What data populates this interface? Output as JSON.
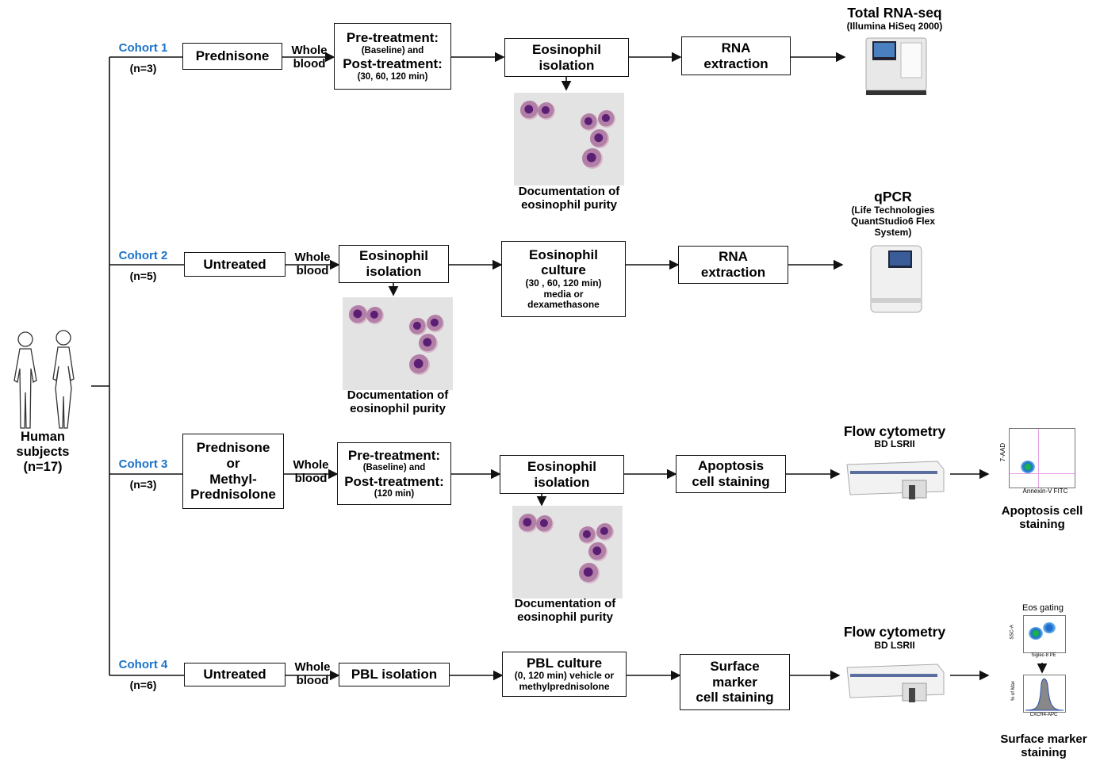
{
  "subjects": {
    "line1": "Human",
    "line2": "subjects",
    "line3": "(n=17)"
  },
  "icons": {
    "subjects": "human-figures-icon",
    "micrograph": "eosinophil-micrograph",
    "rnaseq": "sequencer-icon",
    "qpcr": "qpcr-instrument-icon",
    "flow": "flow-cytometer-icon"
  },
  "cohort_color": "#1a73c9",
  "cohort1": {
    "label": "Cohort 1",
    "n": "(n=3)",
    "drug": "Prednisone",
    "wb1": "Whole",
    "wb2": "blood",
    "pre": "Pre-treatment:",
    "pre_sub": "(Baseline) and",
    "post": "Post-treatment:",
    "post_sub": "(30, 60, 120 min)",
    "iso1": "Eosinophil",
    "iso2": "isolation",
    "rna1": "RNA",
    "rna2": "extraction",
    "doc1": "Documentation of",
    "doc2": "eosinophil purity",
    "out_title": "Total RNA-seq",
    "out_sub": "(Illumina HiSeq 2000)"
  },
  "cohort2": {
    "label": "Cohort 2",
    "n": "(n=5)",
    "drug": "Untreated",
    "wb1": "Whole",
    "wb2": "blood",
    "iso1": "Eosinophil",
    "iso2": "isolation",
    "cul1": "Eosinophil",
    "cul2": "culture",
    "cul3": "(30 , 60, 120 min)",
    "cul4": "media or",
    "cul5": "dexamethasone",
    "rna1": "RNA",
    "rna2": "extraction",
    "doc1": "Documentation of",
    "doc2": "eosinophil purity",
    "out_title": "qPCR",
    "out_sub1": "(Life Technologies",
    "out_sub2": "QuantStudio6 Flex",
    "out_sub3": "System)"
  },
  "cohort3": {
    "label": "Cohort 3",
    "n": "(n=3)",
    "drug1": "Prednisone",
    "drug2": "or",
    "drug3": "Methyl-",
    "drug4": "Prednisolone",
    "wb1": "Whole",
    "wb2": "blood",
    "pre": "Pre-treatment:",
    "pre_sub": "(Baseline) and",
    "post": "Post-treatment:",
    "post_sub": "(120 min)",
    "iso1": "Eosinophil",
    "iso2": "isolation",
    "stain1": "Apoptosis",
    "stain2": "cell staining",
    "doc1": "Documentation of",
    "doc2": "eosinophil purity",
    "out_title": "Flow cytometry",
    "out_sub": "BD LSRII",
    "plot_y": "7-AAD",
    "plot_x": "Annexin-V FITC",
    "res1": "Apoptosis cell",
    "res2": "staining"
  },
  "cohort4": {
    "label": "Cohort 4",
    "n": "(n=6)",
    "drug": "Untreated",
    "wb1": "Whole",
    "wb2": "blood",
    "iso": "PBL isolation",
    "cul1": "PBL culture",
    "cul2": "(0, 120 min) vehicle or",
    "cul3": "methylprednisolone",
    "stain1": "Surface",
    "stain2": "marker",
    "stain3": "cell staining",
    "out_title": "Flow cytometry",
    "out_sub": "BD LSRII",
    "gate": "Eos gating",
    "plot1_y": "SSC-A",
    "plot1_x": "Siglec-8 PE",
    "plot2_y": "% of Max",
    "plot2_x": "CXCR4-APC",
    "res1": "Surface marker",
    "res2": "staining"
  }
}
